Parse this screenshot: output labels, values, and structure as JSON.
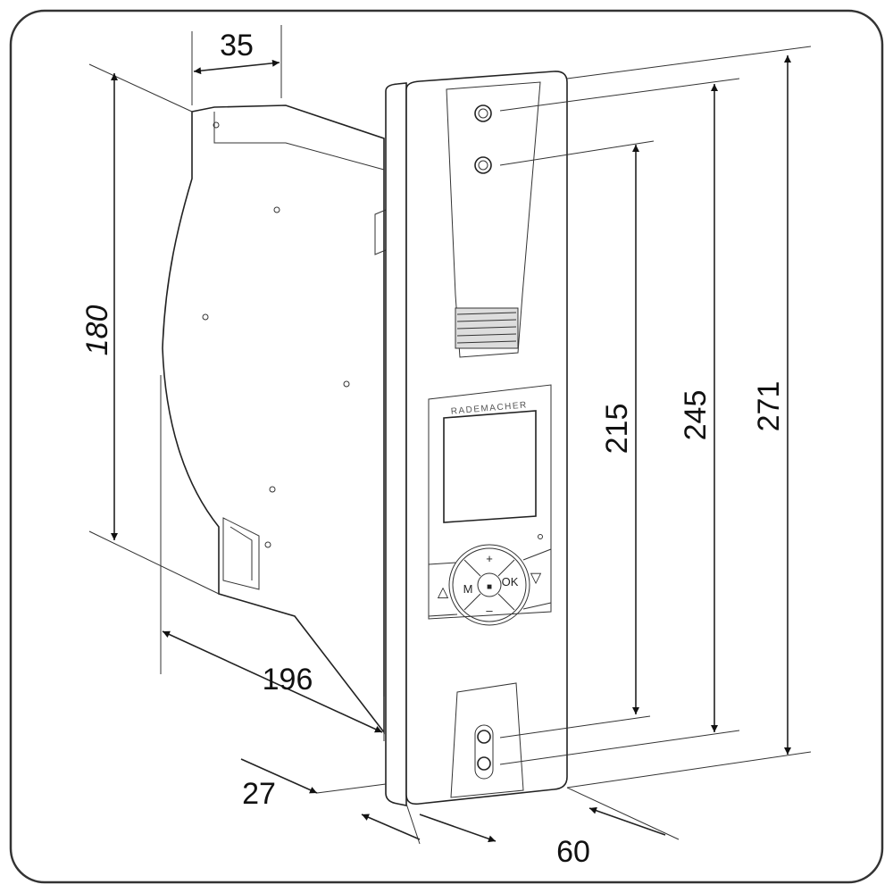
{
  "brand": "RADEMACHER",
  "buttons": {
    "plus": "+",
    "minus": "–",
    "menu": "M",
    "ok": "OK",
    "stop": "■",
    "up": "△",
    "down": "▽"
  },
  "dimensions": {
    "width_top": "35",
    "height_body": "180",
    "depth": "196",
    "offset": "27",
    "width_front": "60",
    "hole_spacing": "215",
    "mount_spacing": "245",
    "total_height": "271"
  }
}
